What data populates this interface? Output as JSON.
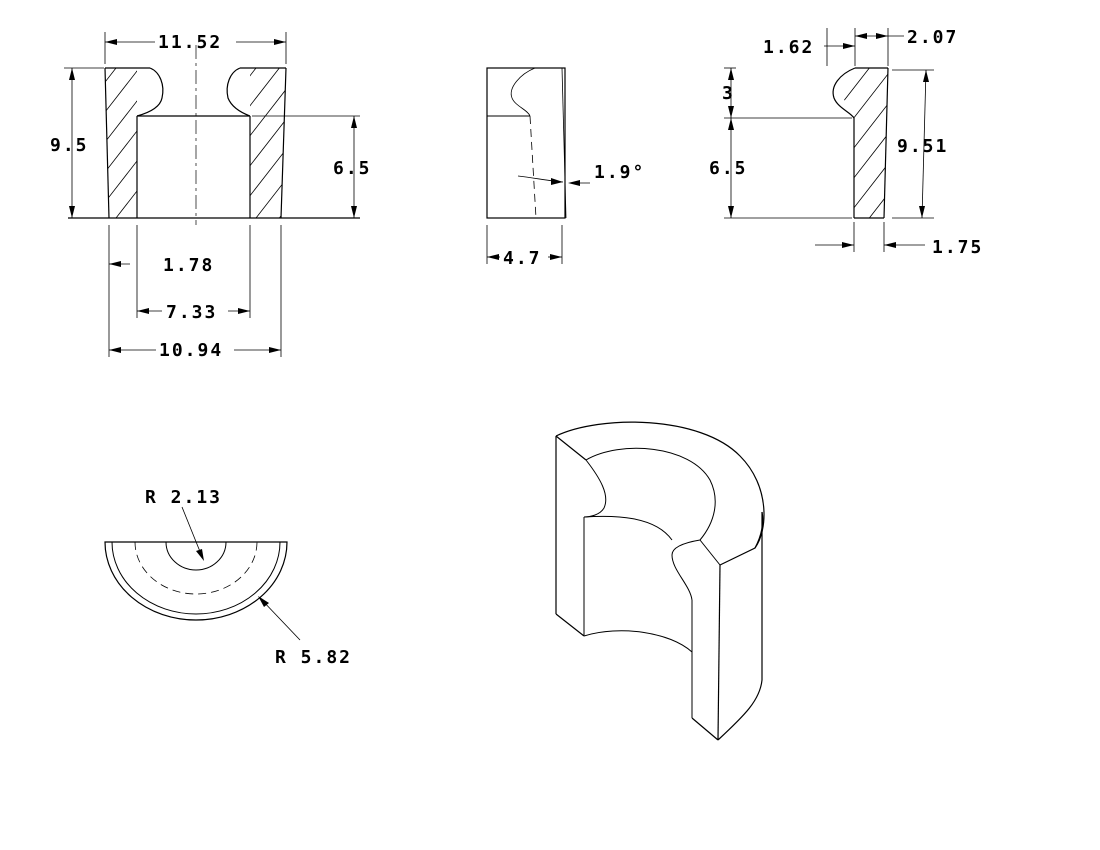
{
  "front_section": {
    "width_top": "11.52",
    "height": "9.5",
    "bore_depth": "6.5",
    "wall_bottom": "1.78",
    "bore_diameter": "7.33",
    "width_bottom": "10.94"
  },
  "side_view": {
    "taper_angle": "1.9°",
    "width": "4.7"
  },
  "detail_section": {
    "groove_width": "1.62",
    "top_wall": "2.07",
    "groove_height": "3",
    "bore_depth": "6.5",
    "height": "9.51",
    "bottom_wall": "1.75"
  },
  "top_view": {
    "inner_radius": "R 2.13",
    "outer_radius": "R 5.82"
  }
}
